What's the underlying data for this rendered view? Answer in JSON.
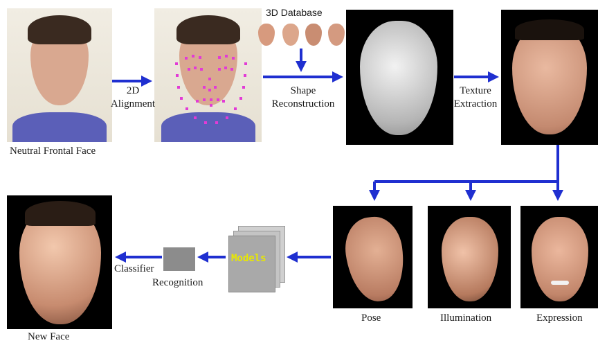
{
  "labels": {
    "neutral_face": "Neutral Frontal Face",
    "alignment_line1": "2D",
    "alignment_line2": "Alignment",
    "database": "3D Database",
    "shape_line1": "Shape",
    "shape_line2": "Reconstruction",
    "texture_line1": "Texture",
    "texture_line2": "Extraction",
    "pose": "Pose",
    "illumination": "Illumination",
    "expression": "Expression",
    "models": "Models",
    "recognition": "Recognition",
    "classifier": "Classifier",
    "new_face": "New Face"
  },
  "colors": {
    "arrow": "#1f2fd0",
    "landmark": "#e23bd6",
    "models_text": "#e8e800",
    "recognition_box": "#8c8c8c"
  }
}
